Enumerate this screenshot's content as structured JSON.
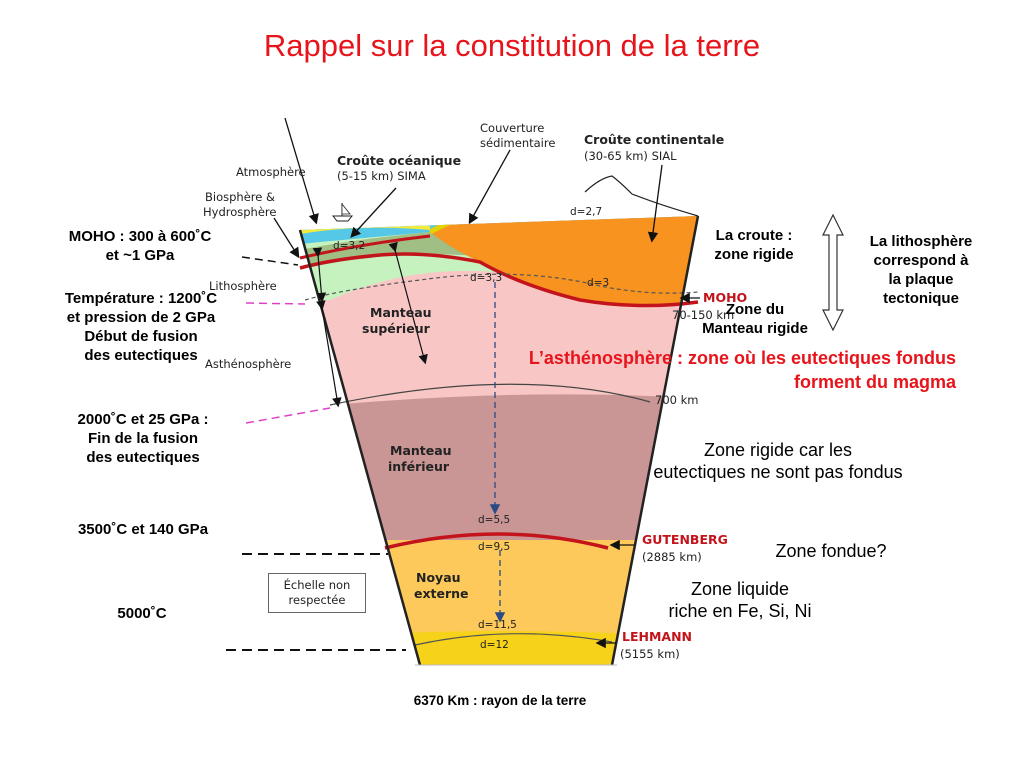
{
  "title": "Rappel sur la constitution de la terre",
  "diagram_labels": {
    "atmosphere": "Atmosphère",
    "biosphere_line1": "Biosphère &",
    "biosphere_line2": "Hydrosphère",
    "couverture_line1": "Couverture",
    "couverture_line2": "sédimentaire",
    "croute_oceanique_line1": "Croûte océanique",
    "croute_oceanique_line2": "(5-15 km) SIMA",
    "croute_continentale_line1": "Croûte continentale",
    "croute_continentale_line2": "(30-65 km) SIAL",
    "lithosphere": "Lithosphère",
    "asthenosphere": "Asthénosphère",
    "manteau_superieur_line1": "Manteau",
    "manteau_superieur_line2": "supérieur",
    "manteau_inferieur_line1": "Manteau",
    "manteau_inferieur_line2": "inférieur",
    "noyau_externe_line1": "Noyau",
    "noyau_externe_line2": "externe",
    "moho": "MOHO",
    "depth_70_150": "70-150 km",
    "depth_700": "700 km",
    "gutenberg_line1": "GUTENBERG",
    "gutenberg_line2": "(2885 km)",
    "lehmann_line1": "LEHMANN",
    "lehmann_line2": "(5155 km)",
    "d27": "d=2,7",
    "d32": "d=3,2",
    "d3": "d=3",
    "d33": "d=3,3",
    "d55": "d=5,5",
    "d95": "d=9,5",
    "d115": "d=11,5",
    "d12": "d=12",
    "scale_line1": "Échelle non",
    "scale_line2": "respectée"
  },
  "annotations": {
    "moho_line1": "MOHO : 300 à 600˚C",
    "moho_line2": "et ~1 GPa",
    "temp_line1": "Température : 1200˚C",
    "temp_line2": "et pression de 2 GPa",
    "temp_line3": "Début de fusion",
    "temp_line4": "des eutectiques",
    "fin_line1": "2000˚C et 25 GPa :",
    "fin_line2": "Fin de la fusion",
    "fin_line3": "des eutectiques",
    "gpa140": "3500˚C et 140 GPa",
    "t5000": "5000˚C",
    "croute_line1": "La croute :",
    "croute_line2": "zone rigide",
    "lithos_line1": "La lithosphère",
    "lithos_line2": "correspond à",
    "lithos_line3": "la plaque",
    "lithos_line4": "tectonique",
    "manteau_rigide_line1": "Zone du",
    "manteau_rigide_line2": "Manteau rigide",
    "astheno_line1": "L’asthénosphère : zone où les eutectiques fondus",
    "astheno_line2": "forment du magma",
    "zone_rigide_line1": "Zone rigide car les",
    "zone_rigide_line2": "eutectiques ne sont pas fondus",
    "zone_fondue": "Zone fondue?",
    "zone_liquide_line1": "Zone liquide",
    "zone_liquide_line2": "riche en Fe, Si, Ni",
    "rayon": "6370 Km : rayon de la terre"
  },
  "colors": {
    "title": "#e8141b",
    "continental_crust": "#f7931e",
    "oceanic_crust": "#9fbf84",
    "rigid_mantle": "#c6f2c0",
    "asthenosphere": "#f9c6c6",
    "lower_mantle": "#c99595",
    "outer_core": "#fcc95a",
    "inner_core": "#f7d21a",
    "boundary": "#c3141b"
  }
}
